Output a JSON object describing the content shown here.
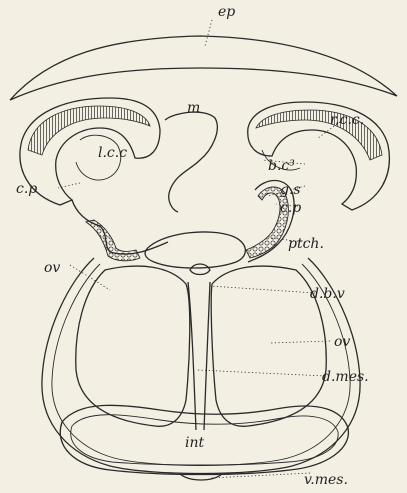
{
  "figure": {
    "labels": {
      "ep": "ep",
      "m": "m",
      "rcc": "r.c.c.",
      "lcc": "l.c.c",
      "bc3": "b.c³",
      "cp_left": "c.p",
      "gs": "g.s",
      "cp_right": "c.p",
      "ptch": "ptch.",
      "ov_left": "ov",
      "dbv": "d.b.v",
      "ov_right": "ov",
      "dmes": "d.mes.",
      "int": "int",
      "vmes": "v.mes."
    },
    "colors": {
      "paper": "#f3efe3",
      "ink": "#2a2a2a"
    }
  }
}
